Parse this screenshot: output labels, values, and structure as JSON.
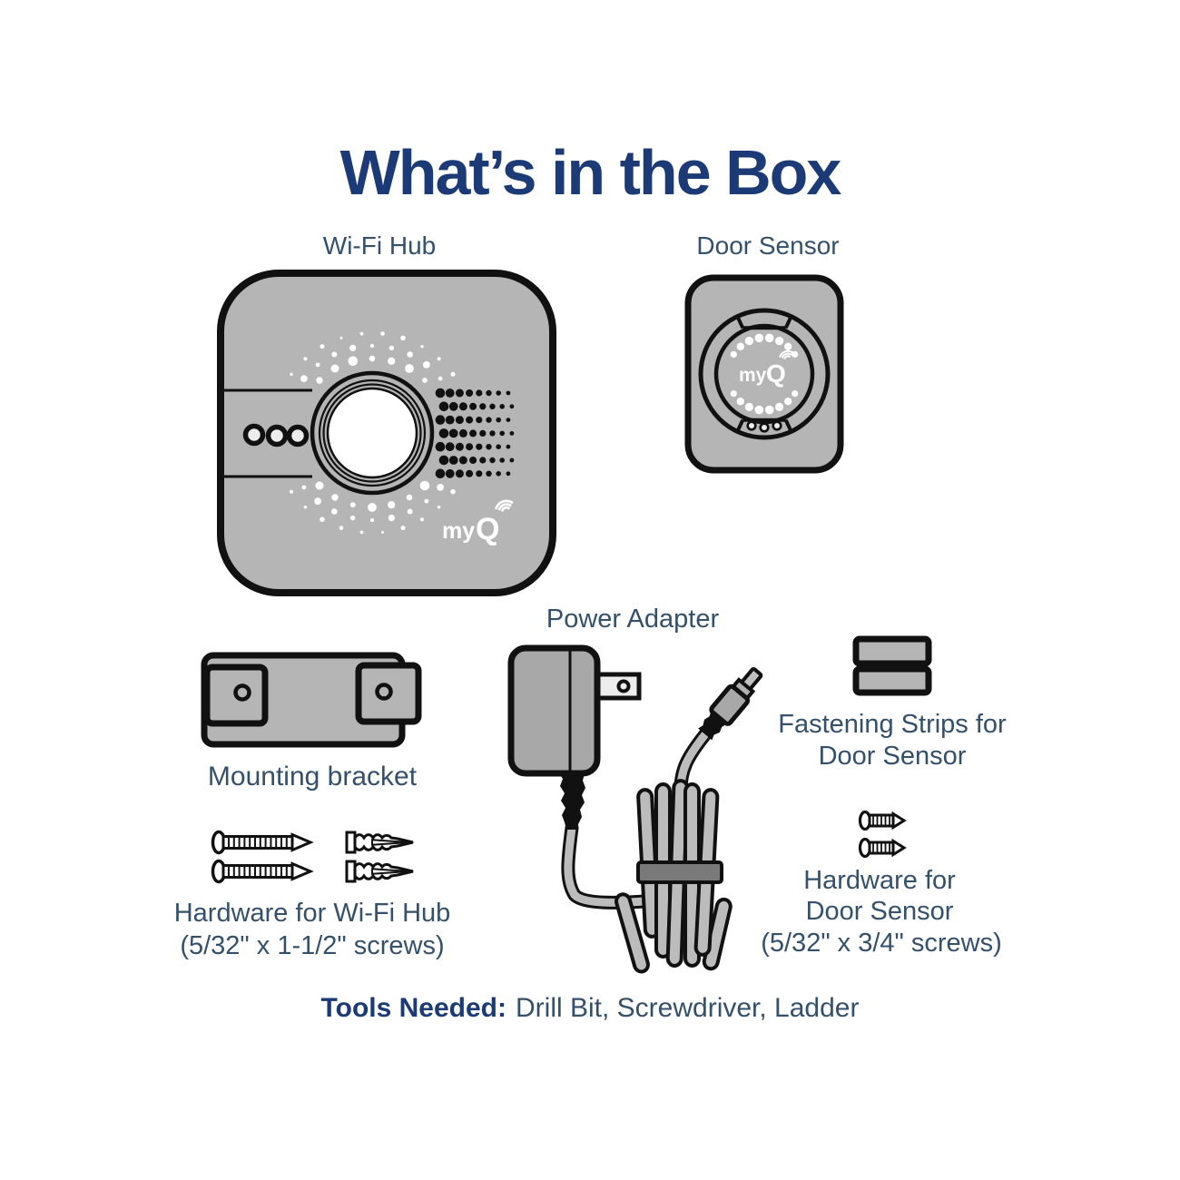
{
  "page": {
    "title": "What’s in the Box"
  },
  "labels": {
    "wifi_hub": "Wi-Fi Hub",
    "door_sensor": "Door Sensor",
    "power_adapter": "Power Adapter",
    "mounting_bracket": "Mounting bracket",
    "hardware_wifi_hub": "Hardware for Wi-Fi Hub",
    "hardware_wifi_hub_spec": "(5/32\" x 1-1/2\" screws)",
    "fastening_strips": "Fastening Strips for Door Sensor",
    "hardware_door_sensor": "Hardware for Door Sensor",
    "hardware_door_sensor_spec": "(5/32\" x 3/4\" screws)"
  },
  "branding": {
    "logo_my": "my",
    "logo_q": "Q"
  },
  "tools": {
    "heading": "Tools Needed:",
    "items": "Drill Bit, Screwdriver, Ladder"
  },
  "colors": {
    "title": "#1c3a75",
    "label": "#35506b",
    "device_gray": "#b5b5b5",
    "adapter_gray": "#a8a8a8",
    "cable_gray": "#bcbcbc",
    "cable_tie": "#7a7a7a",
    "outline": "#111111"
  }
}
